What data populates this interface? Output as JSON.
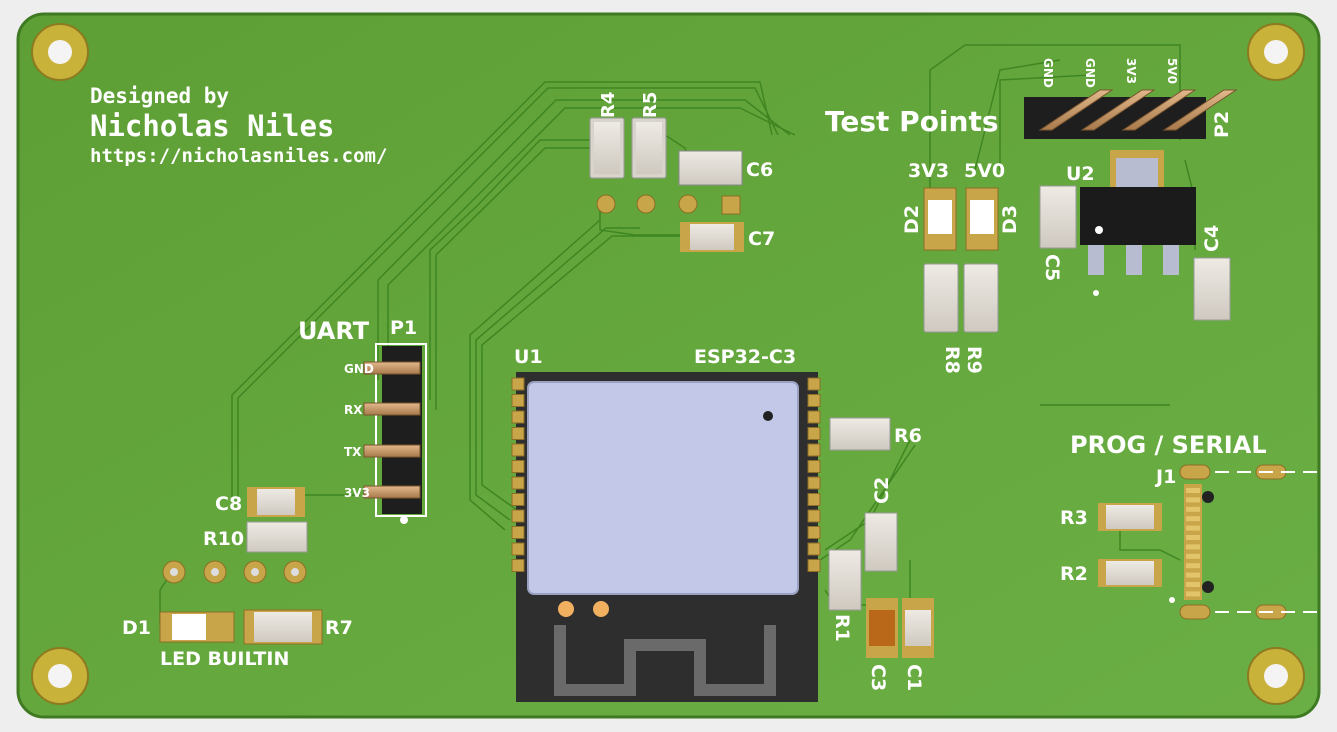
{
  "board": {
    "designer_label": "Designed by",
    "designer_name": "Nicholas Niles",
    "designer_url": "https://nicholasniles.com/",
    "test_points_title": "Test Points",
    "uart_title": "UART",
    "prog_serial_title": "PROG / SERIAL",
    "led_label": "LED BUILTIN",
    "colors": {
      "board": "#63a83c",
      "board_edge": "#3f7a22",
      "silk": "#ffffff",
      "copper": "#c9a54a",
      "module_shield": "#c3c8e8",
      "module_body": "#2e2e2e"
    }
  },
  "refs": {
    "R1": "R1",
    "R2": "R2",
    "R3": "R3",
    "R4": "R4",
    "R5": "R5",
    "R6": "R6",
    "R7": "R7",
    "R8": "R8",
    "R9": "R9",
    "R10": "R10",
    "C1": "C1",
    "C2": "C2",
    "C3": "C3",
    "C4": "C4",
    "C5": "C5",
    "C6": "C6",
    "C7": "C7",
    "C8": "C8",
    "D1": "D1",
    "D2": "D2",
    "D3": "D3",
    "U1": "U1",
    "U1_value": "ESP32-C3",
    "U2": "U2",
    "P1": "P1",
    "P2": "P2",
    "J1": "J1"
  },
  "test_points": {
    "pins": [
      "GND",
      "GND",
      "3V3",
      "5V0"
    ],
    "led_3v3": "3V3",
    "led_5v0": "5V0"
  },
  "uart_pins": [
    "GND",
    "RX",
    "TX",
    "3V3"
  ]
}
